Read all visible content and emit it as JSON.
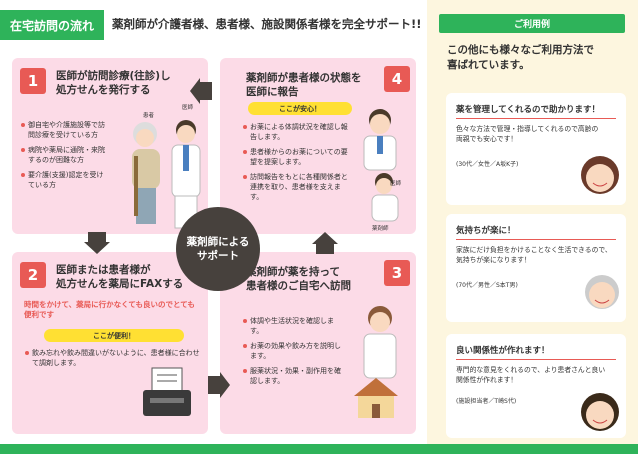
{
  "header": {
    "tab": "在宅訪問の流れ",
    "headline": "薬剤師が介護者様、患者様、施設関係者様を完全サポート!!"
  },
  "center": {
    "line1": "薬剤師による",
    "line2": "サポート"
  },
  "steps": [
    {
      "num": "1",
      "title": [
        "医師が訪問診療(往診)し",
        "処方せんを発行する"
      ],
      "items": [
        "御自宅や介護施設等で訪問診療を受けている方",
        "病院や薬局に通院・来院するのが困難な方",
        "要介護(支援)認定を受けている方"
      ],
      "labels": [
        "患者",
        "医師"
      ]
    },
    {
      "num": "2",
      "title": [
        "医師または患者様が",
        "処方せんを薬局にFAXする"
      ],
      "emph": "時間をかけて、薬局に行かなくても良いのでとても便利です",
      "highlight": "ここが便利！",
      "items": [
        "飲み忘れや飲み間違いがないように、患者様に合わせて調剤します。"
      ]
    },
    {
      "num": "3",
      "title": [
        "薬剤師が薬を持って",
        "患者様のご自宅へ訪問"
      ],
      "items": [
        "体調や生活状況を確認します。",
        "お薬の効果や飲み方を説明します。",
        "服薬状況・効果・副作用を確認します。"
      ]
    },
    {
      "num": "4",
      "title": [
        "薬剤師が患者様の状態を",
        "医師に報告"
      ],
      "highlight": "ここが安心！",
      "items": [
        "お薬による体調状況を確認し報告します。",
        "患者様からのお薬についての要望を提案します。",
        "訪問報告をもとに各種関係者と連携を取り、患者様を支えます。"
      ],
      "labels": [
        "医師",
        "薬剤師"
      ]
    }
  ],
  "sidebar": {
    "header": "ご利用例",
    "subtitle": [
      "この他にも様々なご利用方法で",
      "喜ばれています。"
    ],
    "cases": [
      {
        "title": "薬を管理してくれるので助かります！",
        "text": [
          "色々な方法で管理・指導してくれるので高齢の",
          "両親でも安心です！"
        ],
        "meta": "(30代／女性／A坂K子)"
      },
      {
        "title": "気持ちが楽に！",
        "text": [
          "家族にだけ負担をかけることなく生活できるので、",
          "気持ちが楽になります！"
        ],
        "meta": "(70代／男性／S本T男)"
      },
      {
        "title": "良い関係性が作れます！",
        "text": [
          "専門的な意見をくれるので、より患者さんと良い",
          "関係性が作れます！"
        ],
        "meta": "(施設担当者／T崎S代)"
      }
    ]
  },
  "colors": {
    "green": "#2eb35a",
    "pink": "#fcdbe7",
    "red": "#e85a55",
    "dark": "#47413d",
    "yellow": "#ffe033",
    "cream": "#fdf6df"
  }
}
